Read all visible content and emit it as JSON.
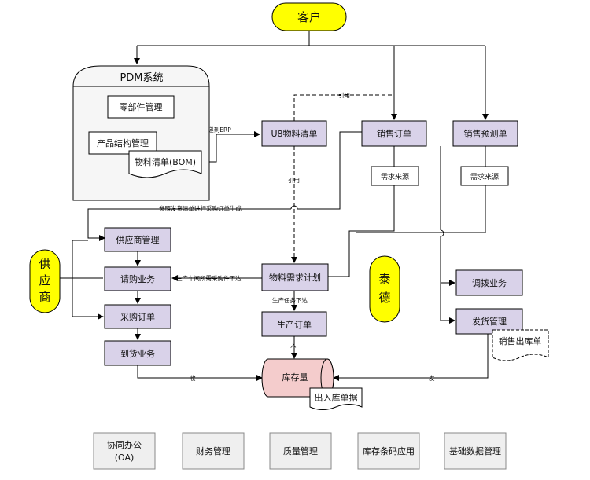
{
  "nodes": {
    "customer": "客户",
    "pdm_title": "PDM系统",
    "parts_mgmt": "零部件管理",
    "product_struct": "产品结构管理",
    "bom": "物料清单(BOM)",
    "u8_bom": "U8物料清单",
    "sales_order": "销售订单",
    "sales_forecast": "销售预测单",
    "demand_source_1": "需求来源",
    "demand_source_2": "需求来源",
    "supplier_mgmt": "供应商管理",
    "purchase_req": "请购业务",
    "purchase_order": "采购订单",
    "arrival": "到货业务",
    "mrp": "物料需求计划",
    "production_order": "生产订单",
    "inventory": "库存量",
    "io_doc": "出入库单据",
    "transfer": "调拨业务",
    "delivery": "发货管理",
    "sales_outbound": "销售出库单",
    "supplier": [
      "供",
      "应",
      "商"
    ],
    "taide": [
      "泰",
      "德"
    ]
  },
  "edge_labels": {
    "pdm_to_erp": "PDM传递到ERP",
    "cite_top": "引用",
    "cite_mid": "引用",
    "gen_po": "参照发货清单进行采购订单生成",
    "workshop_req": "生产车间所需采购件下达",
    "prod_task": "生产任务下达",
    "in": "入",
    "receive": "收",
    "ship": "发"
  },
  "modules": [
    "协同办公\n(OA)",
    "财务管理",
    "质量管理",
    "库存条码应用",
    "基础数据管理"
  ],
  "colors": {
    "yellow": "#ffff00",
    "purple": "#d9d2e9",
    "pink": "#f4cccc",
    "gray": "#efefef"
  }
}
